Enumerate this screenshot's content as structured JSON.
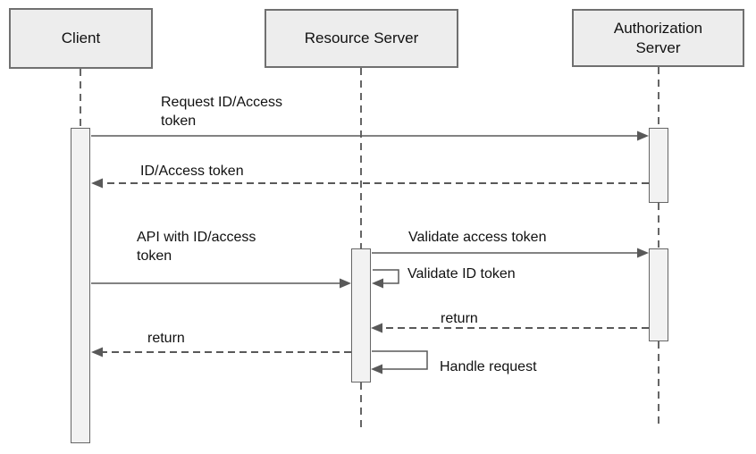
{
  "diagram": {
    "type": "uml-sequence-diagram",
    "participants": [
      {
        "id": "client",
        "label": "Client"
      },
      {
        "id": "resource-server",
        "label": "Resource Server"
      },
      {
        "id": "authorization-server",
        "label": "Authorization Server"
      }
    ],
    "messages": [
      {
        "id": "request-token",
        "label": "Request ID/Access token",
        "from": "client",
        "to": "authorization-server",
        "style": "solid"
      },
      {
        "id": "id-access-token",
        "label": "ID/Access token",
        "from": "authorization-server",
        "to": "client",
        "style": "dashed"
      },
      {
        "id": "api-with-token",
        "label": "API with ID/access token",
        "from": "client",
        "to": "resource-server",
        "style": "solid"
      },
      {
        "id": "validate-access-token",
        "label": "Validate access token",
        "from": "resource-server",
        "to": "authorization-server",
        "style": "solid"
      },
      {
        "id": "validate-id-token",
        "label": "Validate ID token",
        "from": "resource-server",
        "to": "resource-server",
        "style": "self"
      },
      {
        "id": "return-validation",
        "label": "return",
        "from": "authorization-server",
        "to": "resource-server",
        "style": "dashed"
      },
      {
        "id": "return-response",
        "label": "return",
        "from": "resource-server",
        "to": "client",
        "style": "dashed"
      },
      {
        "id": "handle-request",
        "label": "Handle request",
        "from": "resource-server",
        "to": "resource-server",
        "style": "self"
      }
    ],
    "colors": {
      "background": "#ffffff",
      "participant_fill": "#ededed",
      "participant_border": "#707070",
      "activation_fill": "#f2f2f2",
      "activation_border": "#666666",
      "line": "#595959",
      "text": "#111111"
    }
  }
}
